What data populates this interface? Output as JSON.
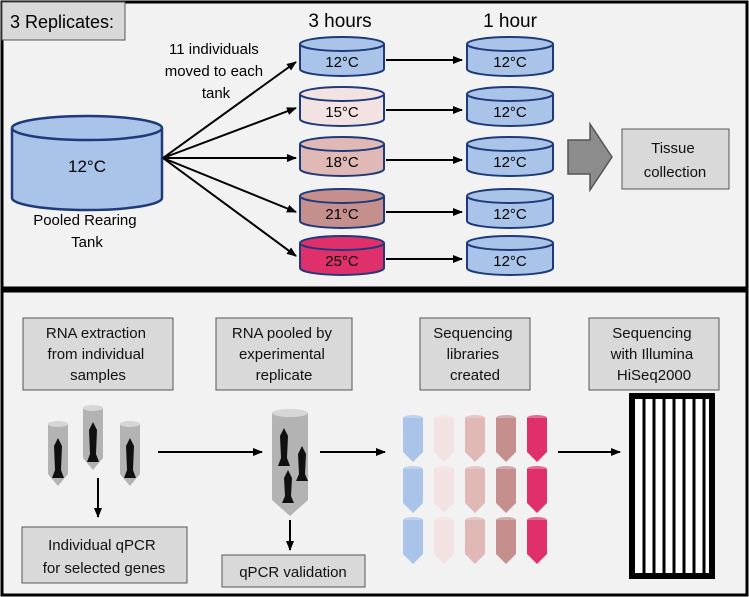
{
  "top_panel": {
    "replicates_label": "3 Replicates:",
    "col_3h": "3 hours",
    "col_1h": "1 hour",
    "moved_note": [
      "11 individuals",
      "moved to each",
      "tank"
    ],
    "rearing_tank": {
      "temp": "12°C",
      "caption": [
        "Pooled Rearing",
        "Tank"
      ],
      "color": "#a9c4e8"
    },
    "treatment_tanks": [
      {
        "temp": "12°C",
        "color": "#a9c4e8"
      },
      {
        "temp": "15°C",
        "color": "#f3e2e2"
      },
      {
        "temp": "18°C",
        "color": "#e0b8b6"
      },
      {
        "temp": "21°C",
        "color": "#c58f8e"
      },
      {
        "temp": "25°C",
        "color": "#e0306c"
      }
    ],
    "recovery_tanks": [
      {
        "temp": "12°C",
        "color": "#a9c4e8"
      },
      {
        "temp": "12°C",
        "color": "#a9c4e8"
      },
      {
        "temp": "12°C",
        "color": "#a9c4e8"
      },
      {
        "temp": "12°C",
        "color": "#a9c4e8"
      },
      {
        "temp": "12°C",
        "color": "#a9c4e8"
      }
    ],
    "tissue_box": [
      "Tissue",
      "collection"
    ]
  },
  "bottom_panel": {
    "rna_extraction": [
      "RNA extraction",
      "from individual",
      "samples"
    ],
    "rna_pooled": [
      "RNA pooled by",
      "experimental",
      "replicate"
    ],
    "seq_libraries": [
      "Sequencing",
      "libraries",
      "created"
    ],
    "seq_illumina": [
      "Sequencing",
      "with Illumina",
      "HiSeq2000"
    ],
    "individual_qpcr": [
      "Individual qPCR",
      "for selected genes"
    ],
    "qpcr_validation": "qPCR validation",
    "library_tube_colors": [
      "#a9c4e8",
      "#f3e2e2",
      "#e0b8b6",
      "#c58f8e",
      "#e0306c"
    ]
  }
}
